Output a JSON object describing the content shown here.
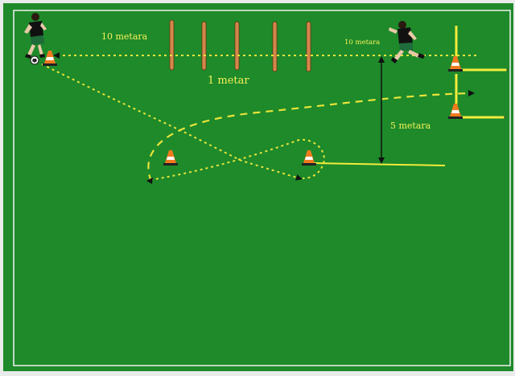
{
  "colors": {
    "field": "#1e8a2a",
    "field_border": "#f2f2f2",
    "pole": "#d4864a",
    "cone": "#f07a1e",
    "line": "#f2ec3c",
    "path": "#e8e43a",
    "label": "#f5f05a",
    "background": "#e9eaea"
  },
  "labels": {
    "distance_top_left": "10 metara",
    "distance_top_right": "10 metara",
    "pole_spacing": "1 metar",
    "distance_vertical": "5 metara"
  },
  "icons": [
    "soccer-player-icon",
    "soccer-ball-icon",
    "traffic-cone-icon",
    "slalom-pole-icon"
  ]
}
